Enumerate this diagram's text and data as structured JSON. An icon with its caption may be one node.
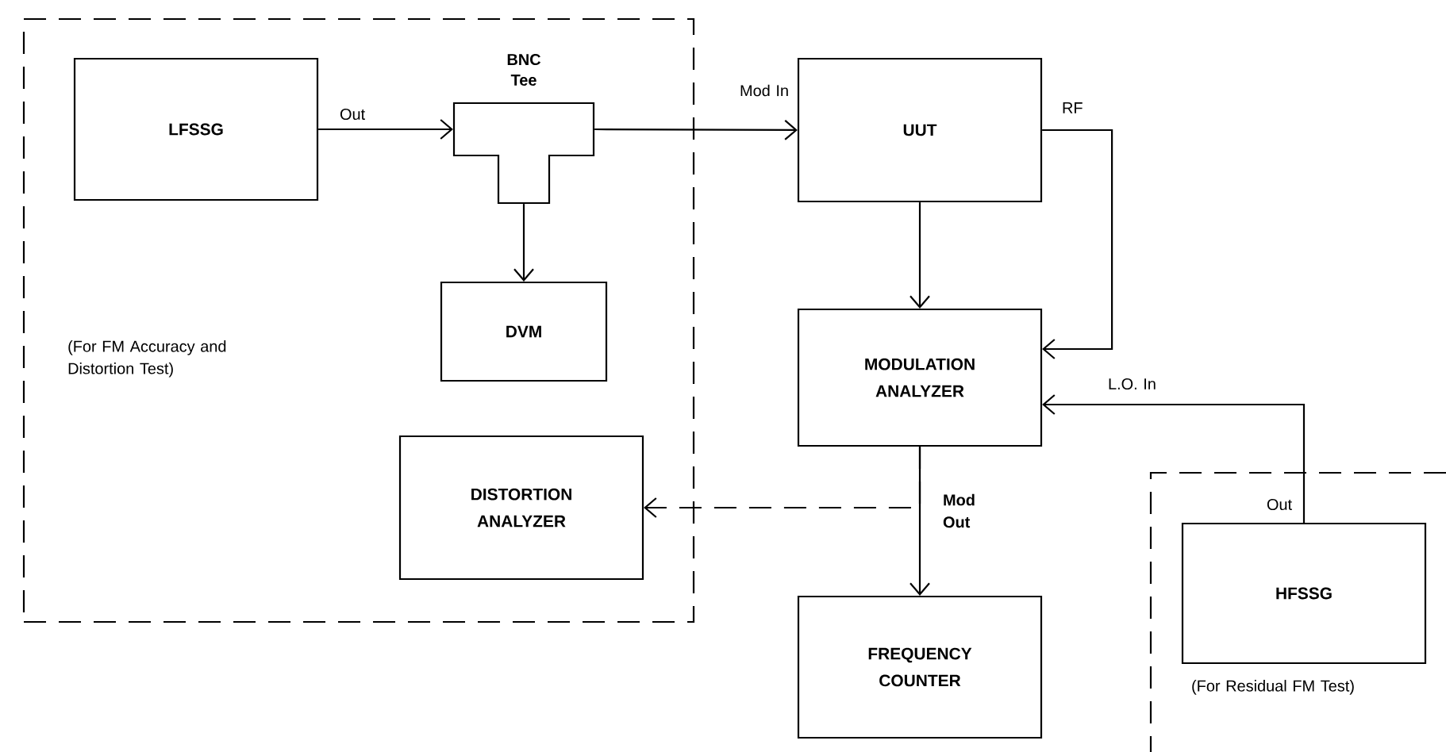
{
  "diagram": {
    "nodes": [
      {
        "text": [
          "(For FM Accuracy and Distortion Test)"
        ]
      },
      {
        "text": [
          "LFSSG"
        ],
        "in": 0
      },
      {
        "text": [
          "BNC Tee"
        ],
        "in": 0
      },
      {
        "text": [
          "DVM"
        ],
        "in": 0
      },
      {
        "text": [
          "DISTORTION ANALYZER"
        ],
        "in": 0
      },
      {
        "text": [
          "UUT"
        ]
      },
      {
        "text": [
          "MODULATION ANALYZER"
        ]
      },
      {
        "text": [
          "FREQUENCY COUNTER"
        ]
      },
      {
        "text": [
          "(For Residual FM Test)"
        ]
      },
      {
        "text": [
          "HFSSG"
        ],
        "in": 8,
        "beside": [
          "Out"
        ]
      }
    ],
    "edges": [
      {
        "from": 1,
        "to": 2,
        "arrow": "to",
        "label": "Out"
      },
      {
        "from": 2,
        "to": 5,
        "arrow": "to",
        "label": "Mod In"
      },
      {
        "from": 2,
        "to": 3,
        "arrow": "to"
      },
      {
        "from": 5,
        "to": 6,
        "arrow": "to"
      },
      {
        "from": 5,
        "to": 6,
        "arrow": "to",
        "label": "RF"
      },
      {
        "from": 9,
        "to": 6,
        "arrow": "to",
        "label": "L.O. In"
      },
      {
        "from": 6,
        "to": 7,
        "arrow": "to",
        "label": "Mod Out"
      },
      {
        "from": 6,
        "to": 4,
        "arrow": "to",
        "style": "dashed"
      }
    ]
  }
}
